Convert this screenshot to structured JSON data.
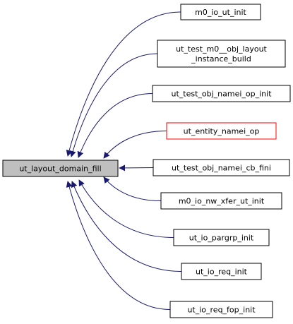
{
  "graph": {
    "root": {
      "label": "ut_layout_domain_fill",
      "fill": "#bfbfbf",
      "stroke": "#000000"
    },
    "callers": [
      {
        "id": "m0-io-ut-init",
        "lines": [
          "m0_io_ut_init"
        ],
        "stroke": "#000000"
      },
      {
        "id": "ut-test-m0-obj-layout-instance-build",
        "lines": [
          "ut_test_m0__obj_layout",
          "_instance_build"
        ],
        "stroke": "#000000"
      },
      {
        "id": "ut-test-obj-namei-op-init",
        "lines": [
          "ut_test_obj_namei_op_init"
        ],
        "stroke": "#000000"
      },
      {
        "id": "ut-entity-namei-op",
        "lines": [
          "ut_entity_namei_op"
        ],
        "stroke": "#ff0000"
      },
      {
        "id": "ut-test-obj-namei-cb-fini",
        "lines": [
          "ut_test_obj_namei_cb_fini"
        ],
        "stroke": "#000000"
      },
      {
        "id": "m0-io-nw-xfer-ut-init",
        "lines": [
          "m0_io_nw_xfer_ut_init"
        ],
        "stroke": "#000000"
      },
      {
        "id": "ut-io-pargrp-init",
        "lines": [
          "ut_io_pargrp_init"
        ],
        "stroke": "#000000"
      },
      {
        "id": "ut-io-req-init",
        "lines": [
          "ut_io_req_init"
        ],
        "stroke": "#000000"
      },
      {
        "id": "ut-io-req-fop-init",
        "lines": [
          "ut_io_req_fop_init"
        ],
        "stroke": "#000000"
      }
    ],
    "edge_color": "#191970"
  }
}
